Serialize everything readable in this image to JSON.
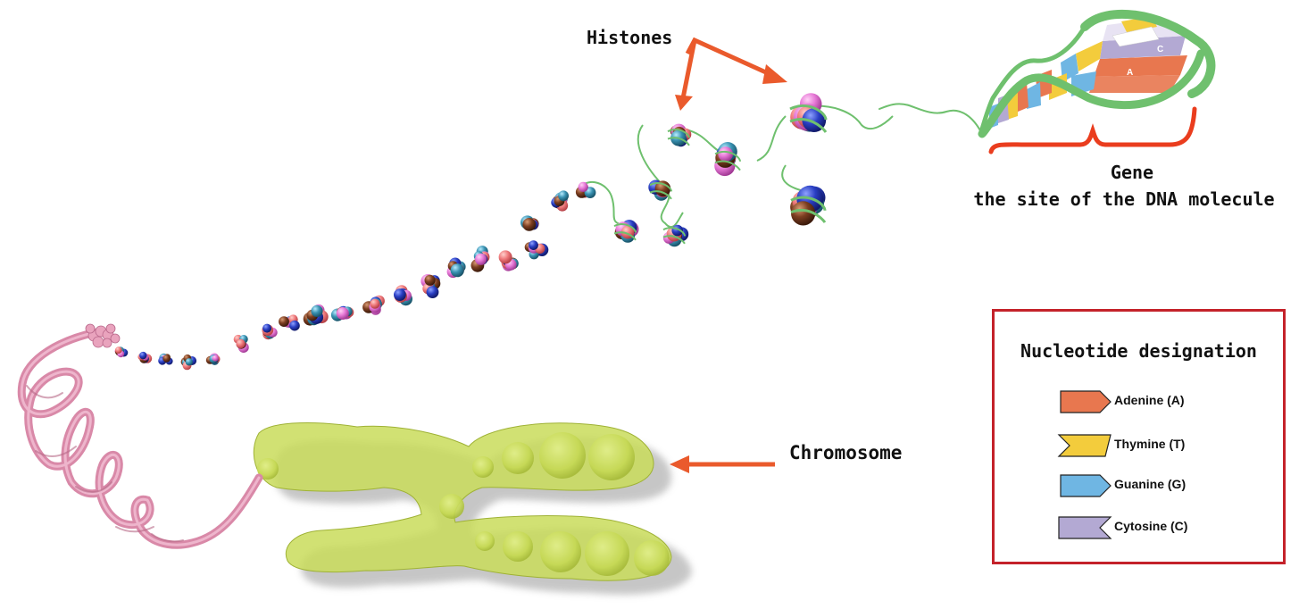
{
  "labels": {
    "histones": "Histones",
    "chromosome": "Chromosome",
    "gene_line1": "Gene",
    "gene_line2": "the site of the DNA molecule"
  },
  "legend": {
    "title": "Nucleotide designation",
    "items": [
      {
        "label": "Adenine (A)",
        "shape": "arrow",
        "color": "#e8774f"
      },
      {
        "label": "Thymine (T)",
        "shape": "notch",
        "color": "#f3cc3c"
      },
      {
        "label": "Guanine (G)",
        "shape": "arrow",
        "color": "#6fb6e3"
      },
      {
        "label": "Cytosine (C)",
        "shape": "notch",
        "color": "#b3a9d3"
      }
    ]
  },
  "dna_letters": [
    "A",
    "C"
  ],
  "colors": {
    "arrow": "#ea5a2c",
    "bracket": "#ea3d1e",
    "chromosome": "#c9dc5a",
    "fiber": "#d989a8",
    "dna_backbone": "#6fc06e",
    "histone_pink": "#e77ad7",
    "histone_salmon": "#f07b7d",
    "histone_blue": "#2a3fc4",
    "histone_brown": "#7b3d20",
    "histone_teal": "#3a93b3",
    "legend_border": "#c4222a"
  }
}
